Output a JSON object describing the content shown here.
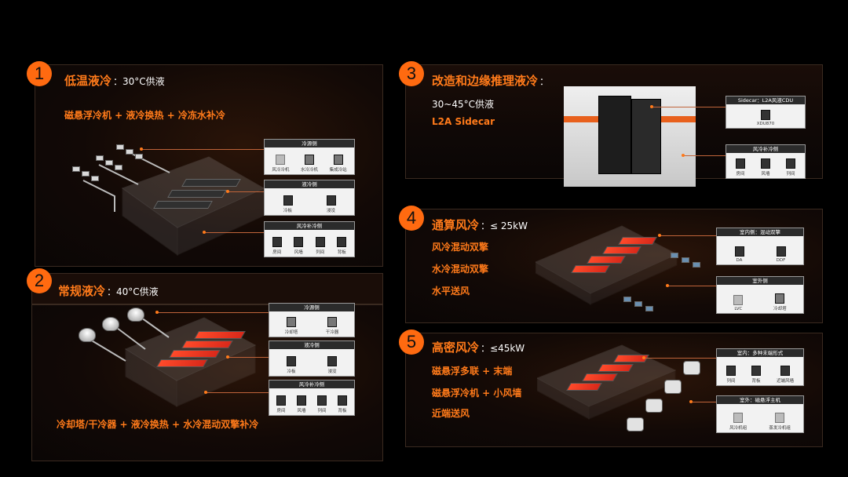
{
  "colors": {
    "accent": "#ff6a10",
    "panel_bg": "#120906",
    "text": "#ffffff"
  },
  "sections": [
    {
      "num": "1",
      "title": "低温液冷",
      "subtitle": "：30°C供液",
      "lines": [
        "磁悬浮冷机 + 液冷换热 + 冷冻水补冷"
      ],
      "legends": [
        {
          "header": "冷源侧",
          "items": [
            "风冷冷机",
            "水冷冷机",
            "集成冷站"
          ]
        },
        {
          "header": "液冷侧",
          "items": [
            "冷板",
            "浸没"
          ]
        },
        {
          "header": "风冷补冷侧",
          "items": [
            "房间",
            "风墙",
            "列间",
            "背板"
          ]
        }
      ]
    },
    {
      "num": "2",
      "title": "常规液冷",
      "subtitle": "：40°C供液",
      "lines": [
        "冷却塔/干冷器 + 液冷换热 + 水冷混动双擎补冷"
      ],
      "legends": [
        {
          "header": "冷源侧",
          "items": [
            "冷却塔",
            "干冷器"
          ]
        },
        {
          "header": "液冷侧",
          "items": [
            "冷板",
            "浸没"
          ]
        },
        {
          "header": "风冷补冷侧",
          "items": [
            "房间",
            "风墙",
            "列间",
            "背板"
          ]
        }
      ]
    },
    {
      "num": "3",
      "title": "改造和边缘推理液冷",
      "subtitle": "：",
      "lines": [
        "30~45°C供液",
        "L2A Sidecar"
      ],
      "legends": [
        {
          "header": "Sidecar：L2A风液CDU",
          "items": [
            "XDU870"
          ]
        },
        {
          "header": "风冷补冷侧",
          "items": [
            "房间",
            "风墙",
            "列间"
          ]
        }
      ]
    },
    {
      "num": "4",
      "title": "通算风冷",
      "subtitle": "：≤ 25kW",
      "lines": [
        "风冷混动双擎",
        "水冷混动双擎",
        "水平送风"
      ],
      "legends": [
        {
          "header": "室内侧：混动双擎",
          "items": [
            "DA",
            "DDF"
          ]
        },
        {
          "header": "室外侧",
          "items": [
            "LVC",
            "冷却塔"
          ]
        }
      ]
    },
    {
      "num": "5",
      "title": "高密风冷",
      "subtitle": "：≤45kW",
      "lines": [
        "磁悬浮多联 + 末端",
        "磁悬浮冷机 + 小风墙",
        "近端送风"
      ],
      "legends": [
        {
          "header": "室内：多种末端形式",
          "items": [
            "列间",
            "背板",
            "近端风墙"
          ]
        },
        {
          "header": "室外：磁悬浮主机",
          "items": [
            "风冷机组",
            "蒸发冷机组"
          ]
        }
      ]
    }
  ]
}
